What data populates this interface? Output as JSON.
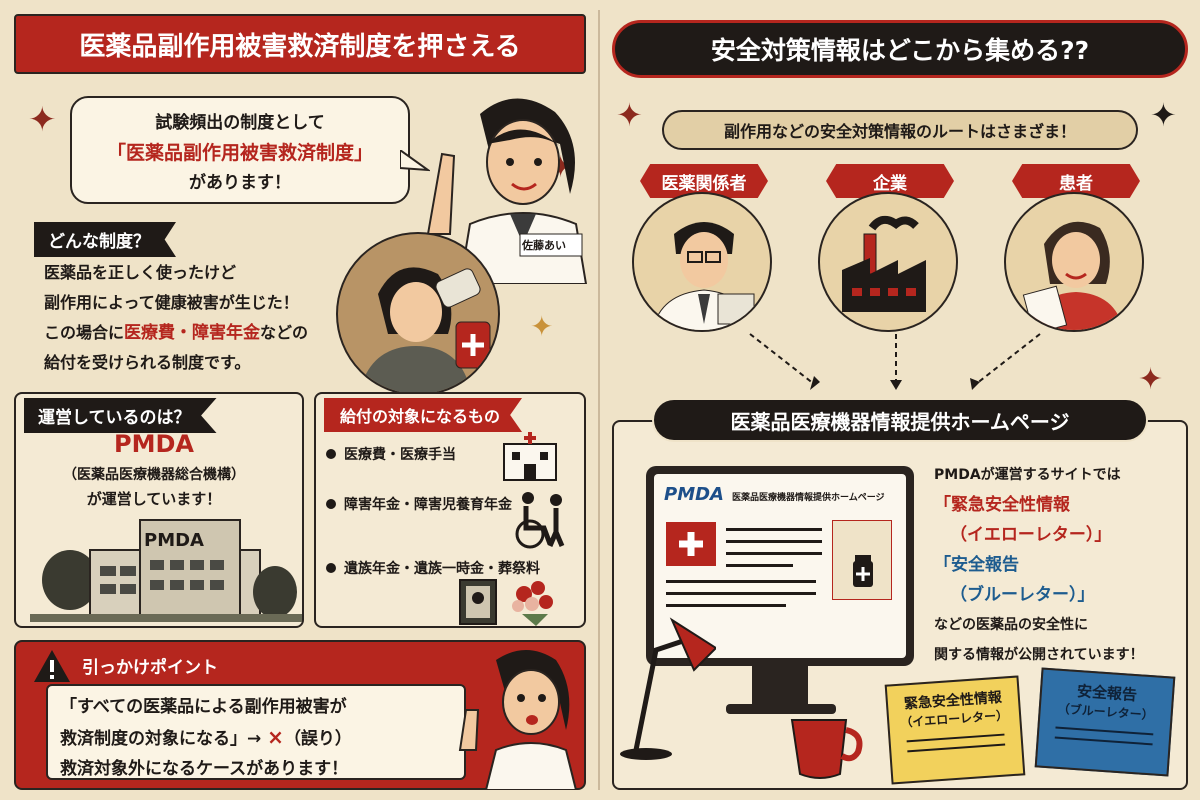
{
  "left": {
    "title": "医薬品副作用被害救済制度を押さえる",
    "speech": {
      "line1": "試験頻出の制度として",
      "line2": "「医薬品副作用被害救済制度」",
      "line3": "があります！"
    },
    "teacher_badge": "佐藤あい",
    "what": {
      "tag": "どんな制度？",
      "line1": "医薬品を正しく使ったけど",
      "line2": "副作用によって健康被害が生じた！",
      "line3_pre": "この場合に",
      "line3_red": "医療費・障害年金",
      "line3_post": "などの",
      "line4": "給付を受けられる制度です。"
    },
    "operator": {
      "tag": "運営しているのは？",
      "name": "PMDA",
      "full": "（医薬品医療機器総合機構）",
      "desc": "が運営しています！",
      "building_label": "PMDA"
    },
    "benefits": {
      "tag": "給付の対象になるもの",
      "items": [
        "医療費・医療手当",
        "障害年金・障害児養育年金",
        "遺族年金・遺族一時金・葬祭料"
      ]
    },
    "trap": {
      "title": "引っかけポイント",
      "line1": "「すべての医薬品による副作用被害が",
      "line2_pre": "救済制度の対象になる」→ ",
      "line2_mark": "×",
      "line2_post": "（誤り）",
      "line3": "救済対象外になるケースがあります！"
    }
  },
  "right": {
    "title": "安全対策情報はどこから集める??",
    "subtitle": "副作用などの安全対策情報のルートはさまざま！",
    "routes": [
      "医薬関係者",
      "企業",
      "患者"
    ],
    "hub": "医薬品医療機器情報提供ホームページ",
    "monitor": {
      "logo": "PMDA",
      "header": "医薬品医療機器情報提供ホームページ"
    },
    "desc": {
      "line1": "PMDAが運営するサイトでは",
      "yellow1": "「緊急安全性情報",
      "yellow2": "（イエローレター）」",
      "blue1": "「安全報告",
      "blue2": "（ブルーレター）」",
      "line6": "などの医薬品の安全性に",
      "line7": "関する情報が公開されています！"
    },
    "yellow_letter": {
      "title": "緊急安全性情報",
      "sub": "（イエローレター）"
    },
    "blue_letter": {
      "title": "安全報告",
      "sub": "（ブルーレター）"
    }
  },
  "colors": {
    "red": "#b5261e",
    "black": "#1f1a17",
    "cream": "#efe3c8",
    "yellow": "#f2d15c",
    "blue": "#2f6fa6"
  }
}
